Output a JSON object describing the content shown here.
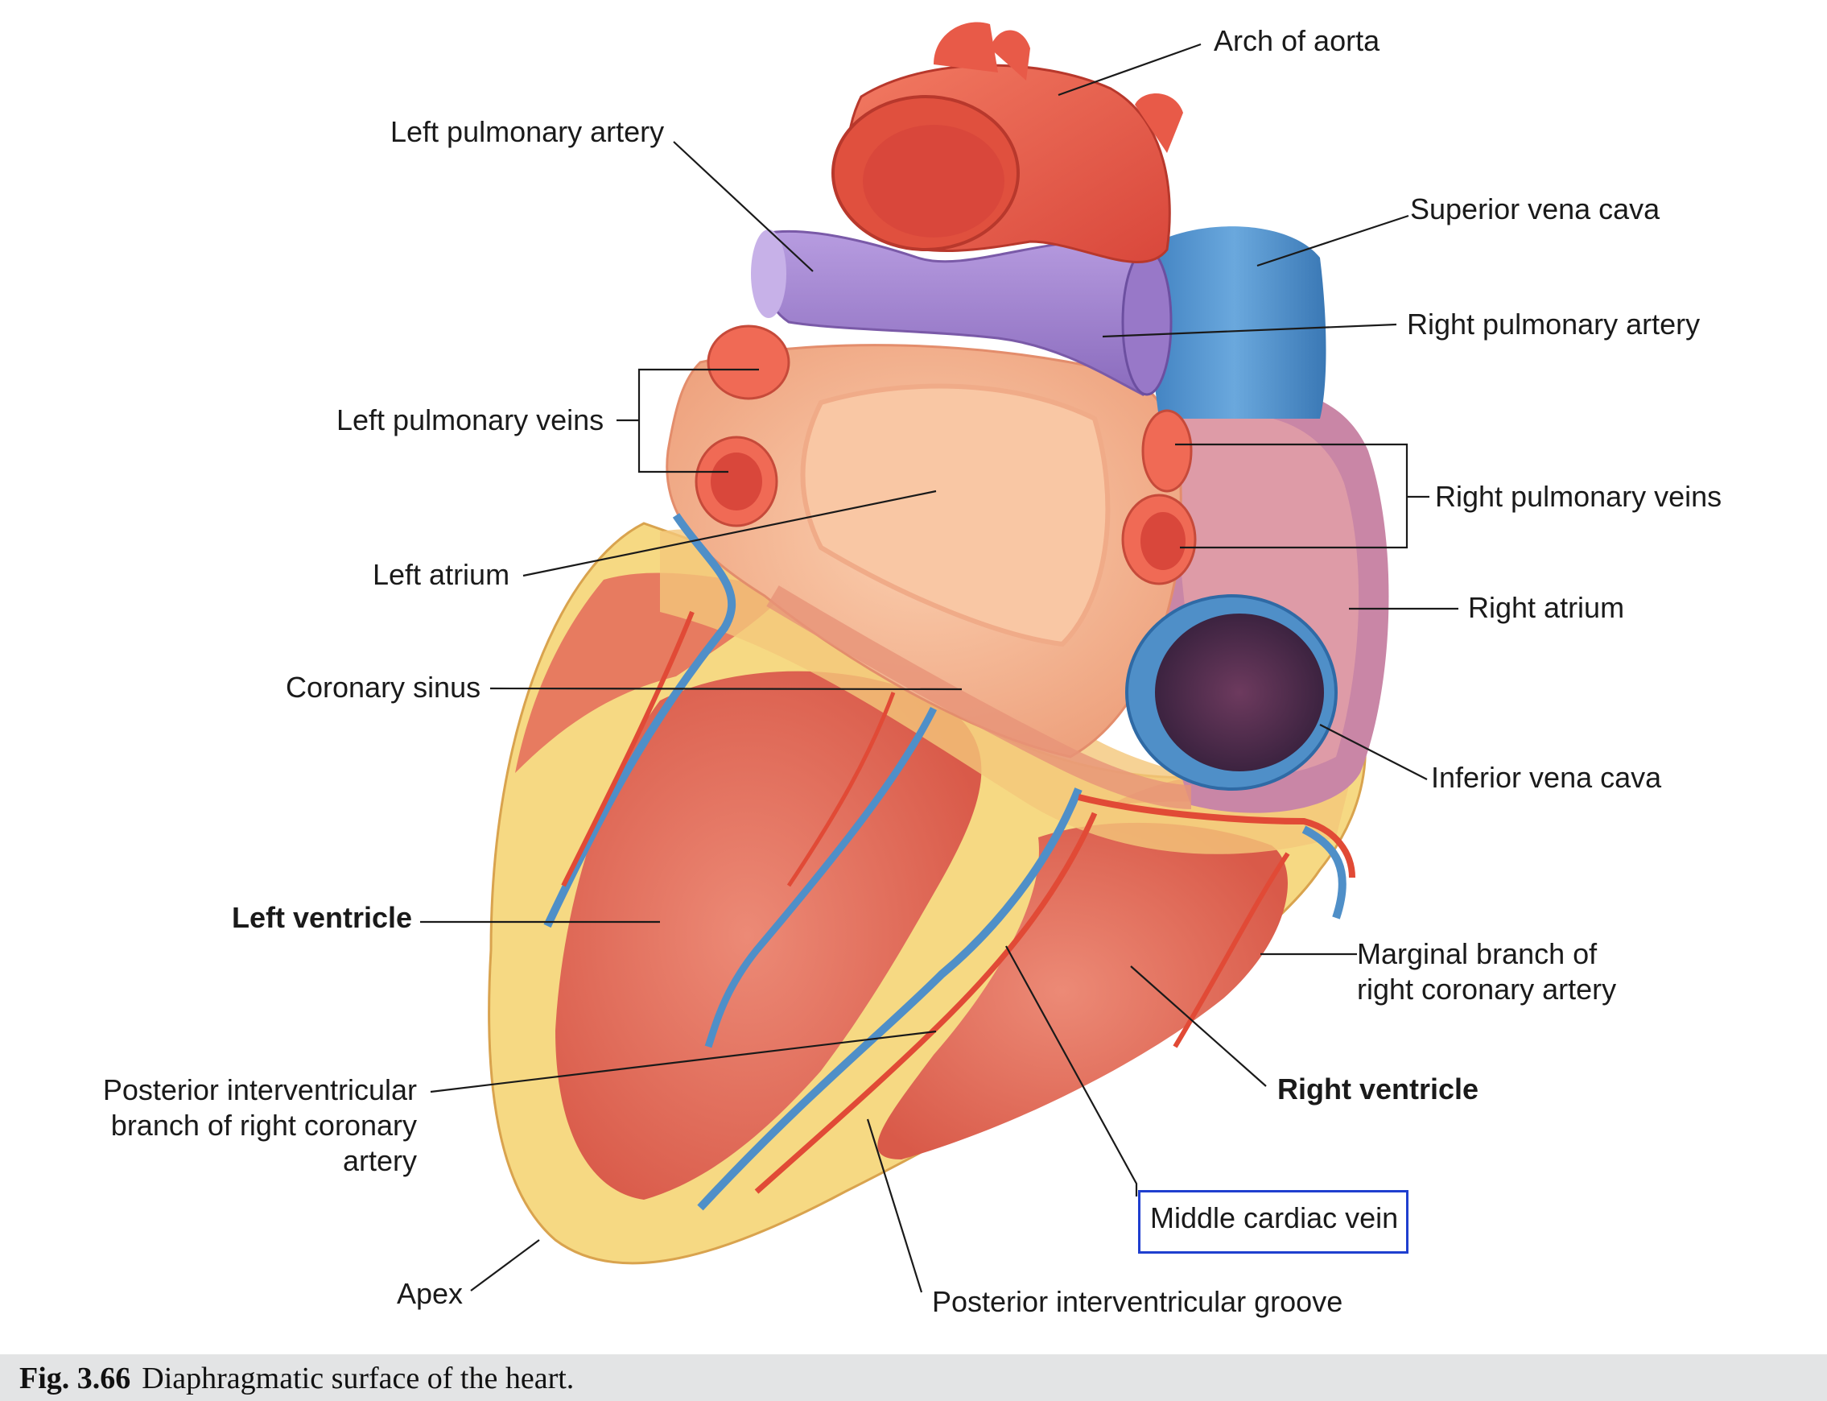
{
  "labels": {
    "arch_of_aorta": "Arch of aorta",
    "left_pulmonary_artery": "Left pulmonary artery",
    "superior_vena_cava": "Superior vena cava",
    "right_pulmonary_artery": "Right pulmonary artery",
    "left_pulmonary_veins": "Left pulmonary veins",
    "right_pulmonary_veins": "Right pulmonary veins",
    "left_atrium": "Left atrium",
    "right_atrium": "Right atrium",
    "coronary_sinus": "Coronary sinus",
    "inferior_vena_cava": "Inferior vena cava",
    "left_ventricle": "Left ventricle",
    "marginal_branch_line1": "Marginal branch of",
    "marginal_branch_line2": "right coronary artery",
    "posterior_ivb_line1": "Posterior interventricular",
    "posterior_ivb_line2": "branch of right coronary",
    "posterior_ivb_line3": "artery",
    "right_ventricle": "Right ventricle",
    "middle_cardiac_vein": "Middle cardiac vein",
    "apex": "Apex",
    "posterior_iv_groove": "Posterior interventricular groove"
  },
  "caption": {
    "figure_number": "Fig. 3.66",
    "text": "Diaphragmatic surface of the heart."
  },
  "colors": {
    "artery_red": "#e8584a",
    "vein_blue": "#4f8fc8",
    "pulmonary_purple": "#a88ad0",
    "atrium_peach": "#f4b592",
    "fat_yellow": "#f6d983",
    "ventricle_red": "#e56f5c",
    "highlight_blue": "#1f3fcf",
    "caption_bg": "#e3e4e5"
  }
}
